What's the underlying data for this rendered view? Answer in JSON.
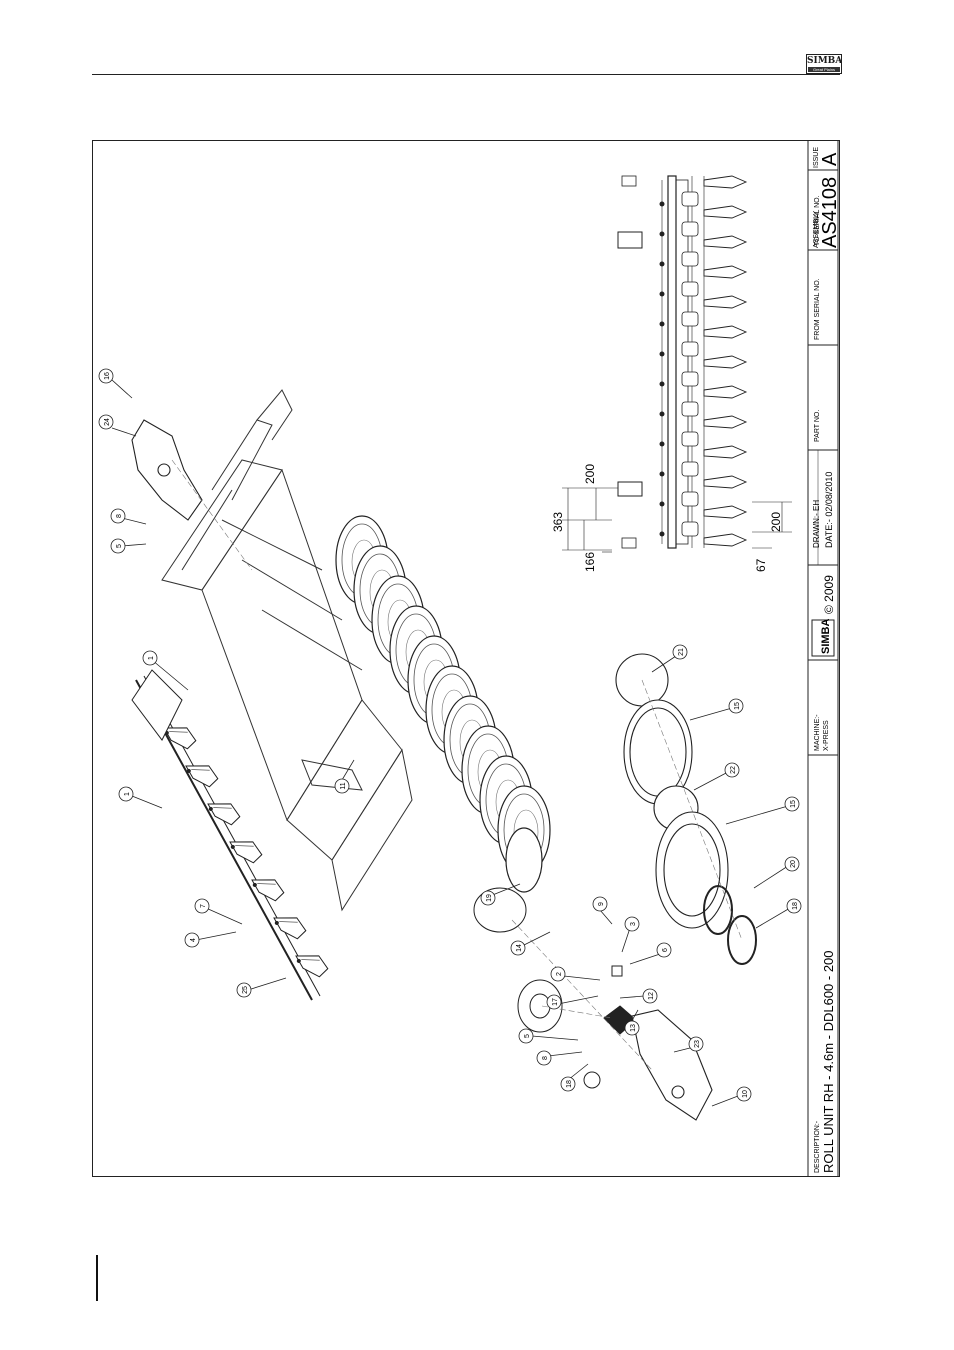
{
  "header": {
    "logo_text": "SIMBA",
    "logo_sub": "Great Plains"
  },
  "title_block": {
    "description_label": "DESCRIPTION:-",
    "description": "ROLL UNIT RH - 4.6m - DDL600 - 200",
    "machine_label": "MACHINE:-",
    "machine": "X-PRESS",
    "logo_text": "SIMBA",
    "copyright": "© 2009",
    "drawn_label": "DRAWN:- EH",
    "date_label": "DATE:- 02/08/2010",
    "part_no_label": "PART NO.",
    "from_serial_label": "FROM SERIAL NO.",
    "to_serial_label": "TO SERIAL NO.",
    "assembly_label": "ASSEMBLY",
    "assembly_value": "AS4108",
    "issue_label": "ISSUE",
    "issue_value": "A"
  },
  "dimensions": {
    "d363": "363",
    "d200a": "200",
    "d166": "166",
    "d67": "67",
    "d200b": "200"
  },
  "callouts": [
    "16",
    "24",
    "8",
    "5",
    "1",
    "1",
    "11",
    "7",
    "4",
    "25",
    "19",
    "14",
    "9",
    "3",
    "6",
    "2",
    "17",
    "12",
    "13",
    "5",
    "8",
    "18",
    "23",
    "10",
    "21",
    "15",
    "22",
    "15",
    "20",
    "18"
  ]
}
